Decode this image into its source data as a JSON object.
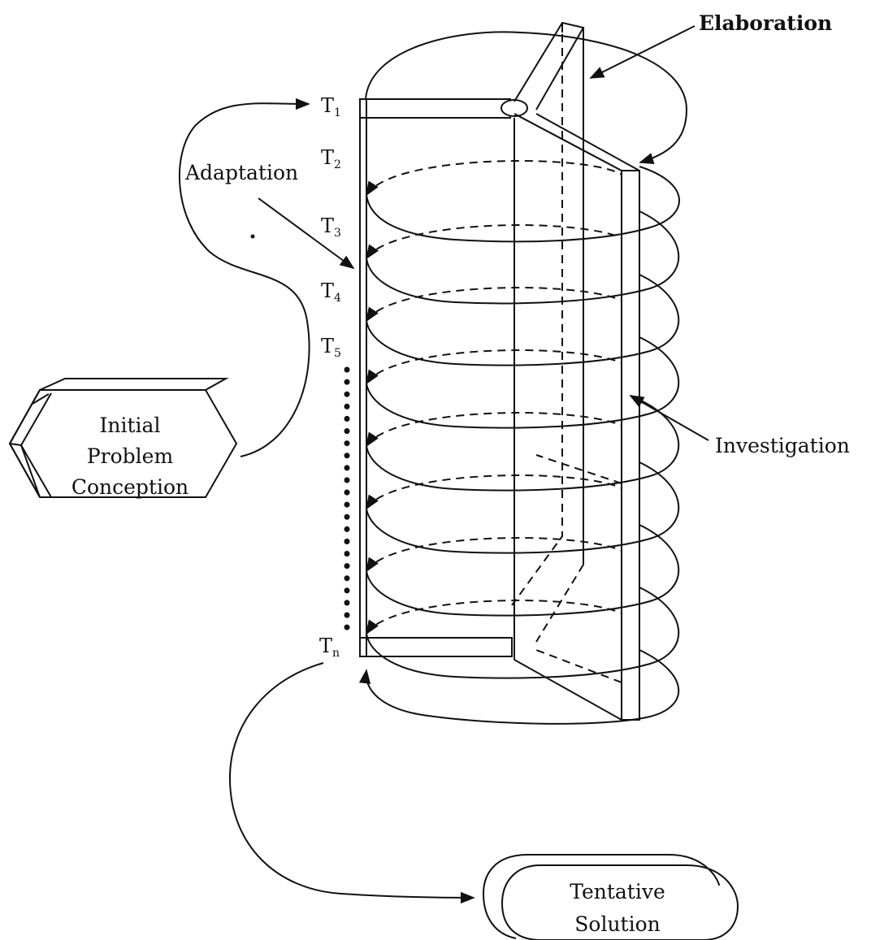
{
  "labels": {
    "elaboration": "Elaboration",
    "adaptation": "Adaptation",
    "investigation": "Investigation",
    "initial_line1": "Initial",
    "initial_line2": "Problem",
    "initial_line3": "Conception",
    "tentative_line1": "Tentative",
    "tentative_line2": "Solution"
  },
  "time_markers": [
    {
      "base": "T",
      "sub": "1"
    },
    {
      "base": "T",
      "sub": "2"
    },
    {
      "base": "T",
      "sub": "3"
    },
    {
      "base": "T",
      "sub": "4"
    },
    {
      "base": "T",
      "sub": "5"
    },
    {
      "base": "T",
      "sub": "n"
    }
  ]
}
